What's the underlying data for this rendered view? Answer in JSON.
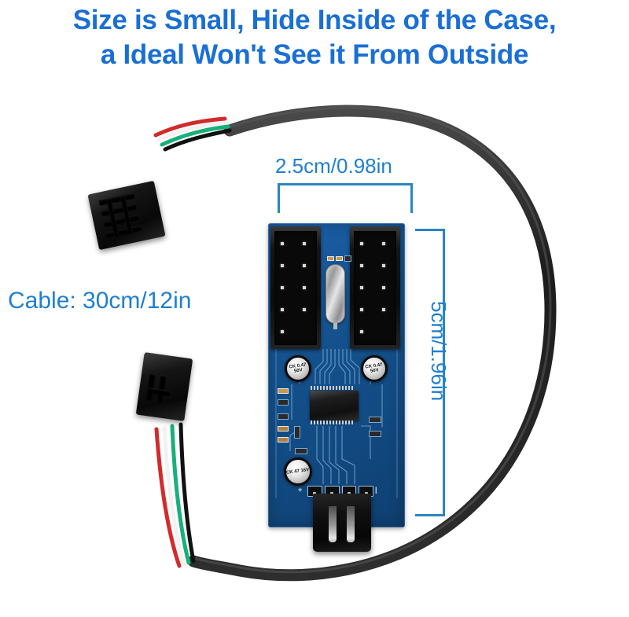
{
  "headline": {
    "line1": "Size is Small, Hide Inside of the Case,",
    "line2": "a Ideal Won't See it From Outside",
    "color": "#1a6fd4"
  },
  "annotations": {
    "board_width": "2.5cm/0.98in",
    "board_height": "5cm/1.96in",
    "cable_length": "Cable: 30cm/12in",
    "line_color": "#2b86c0",
    "text_color": "#1f7fd0"
  },
  "product": {
    "type": "USB 9-pin header splitter adapter board",
    "pcb_color": "#15538f",
    "components": {
      "cap_left": "CK 0.47 50V",
      "cap_right": "CK 0.47 50V",
      "cap_bottom": "CK 47 16V",
      "power_plus": "+",
      "power_minus": "|"
    },
    "cable_wire_colors": [
      "#d12b2b",
      "#f2f2f2",
      "#18b07a",
      "#111111"
    ],
    "cable_sheath_color": "#1d1d1d"
  }
}
